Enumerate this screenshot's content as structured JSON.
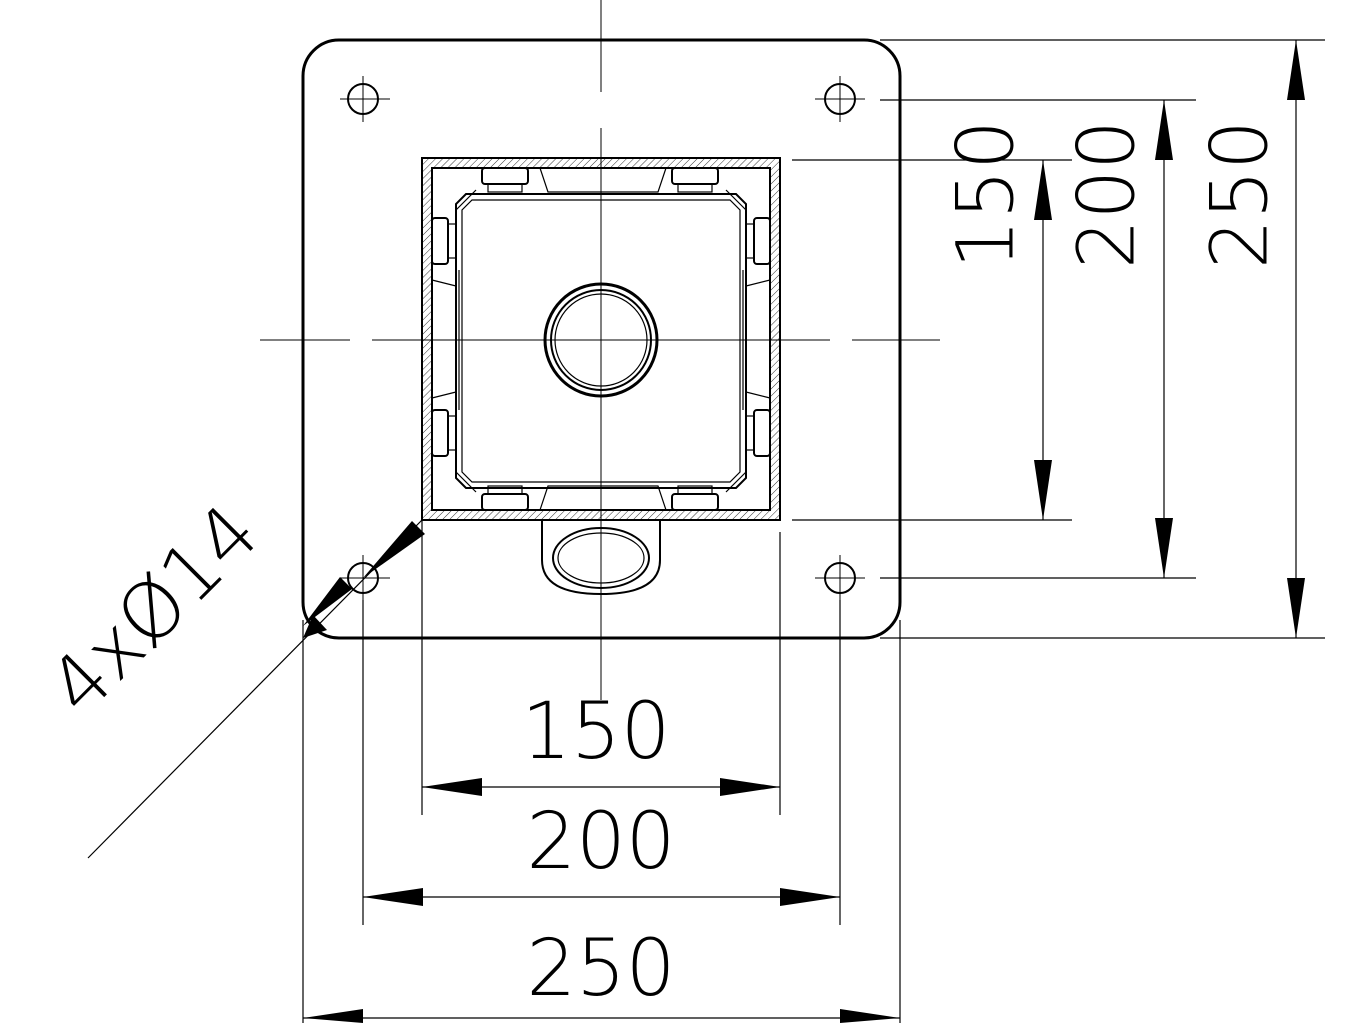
{
  "drawing": {
    "type": "technical-drawing",
    "view": "top view",
    "colors": {
      "line": "#000000",
      "background": "#ffffff"
    }
  },
  "dimensions": {
    "bottom": {
      "inner": "150",
      "middle": "200",
      "outer": "250"
    },
    "right": {
      "inner": "150",
      "middle": "200",
      "outer": "250"
    },
    "holes": "4xØ14"
  }
}
